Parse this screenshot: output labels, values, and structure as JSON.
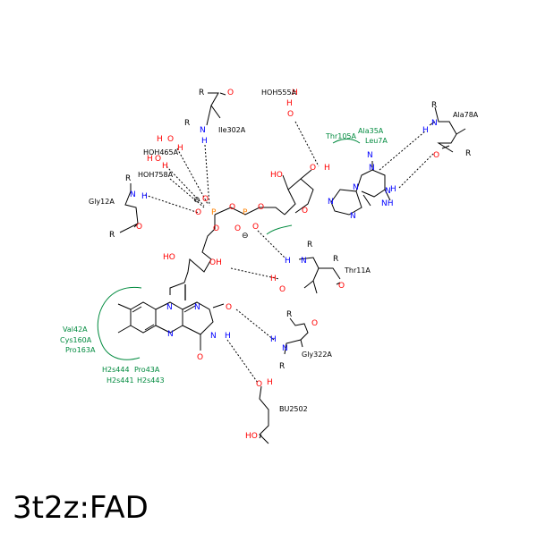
{
  "caption": "3t2z:FAD",
  "colors": {
    "bond": "#000000",
    "oxygen": "#ff0000",
    "nitrogen": "#0000ff",
    "phosphorus": "#ff8000",
    "hydrophobic": "#008a3e",
    "residue_label": "#000000"
  },
  "residues": {
    "ile302": "Ile302A",
    "gly12": "Gly12A",
    "hoh555": "HOH555A",
    "hoh465": "HOH465A",
    "hoh758": "HOH758A",
    "thr11": "Thr11A",
    "gly322": "Gly322A",
    "bu2502": "BU2502",
    "ala78": "Ala78A"
  },
  "hydrophobic_labels": {
    "thr105": "Thr105A",
    "ala35": "Ala35A",
    "leu7": "Leu7A",
    "val42": "Val42A",
    "cys160": "Cys160A",
    "pro163": "Pro163A",
    "h2s444": "H2s444",
    "pro43": "Pro43A",
    "h2s441": "H2s441",
    "h2s443": "H2s443"
  },
  "atoms": {
    "O": "O",
    "N": "N",
    "H": "H",
    "P": "P",
    "R": "R",
    "OH": "OH",
    "HO": "HO",
    "NH": "NH",
    "HN": "HN",
    "minus": "⊖"
  }
}
